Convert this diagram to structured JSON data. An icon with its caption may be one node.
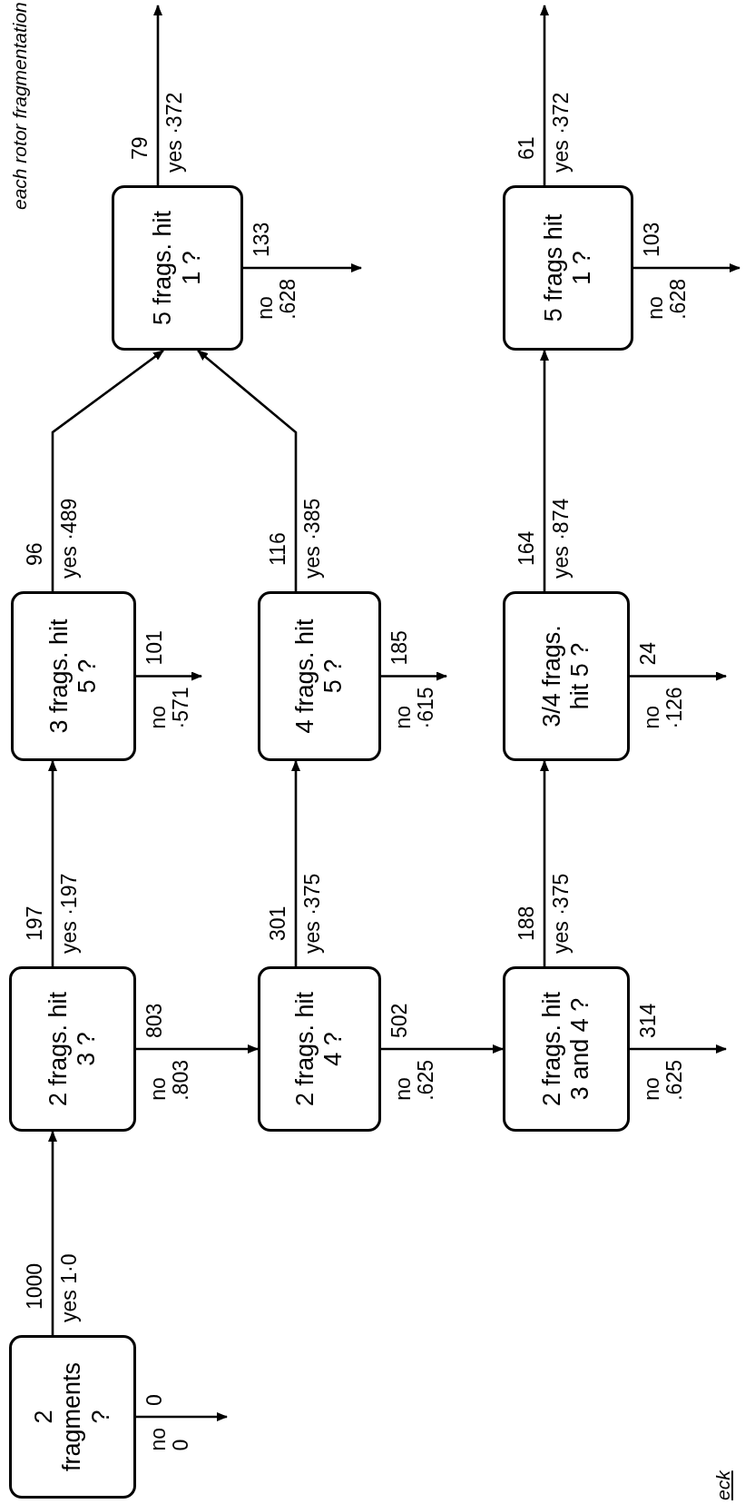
{
  "diagram": {
    "nodes": [
      {
        "text": [
          "2 fragments ?"
        ]
      },
      {
        "text": [
          "2 frags. hit 3 ?"
        ]
      },
      {
        "text": [
          "2 frags. hit 4 ?"
        ]
      },
      {
        "text": [
          "2 frags. hit 3 and 4 ?"
        ]
      },
      {
        "text": [
          "3 frags. hit 5 ?"
        ]
      },
      {
        "text": [
          "4 frags. hit 5 ?"
        ]
      },
      {
        "text": [
          "3/4 frags. hit 5 ?"
        ]
      },
      {
        "text": [
          "5 frags. hit 1 ?"
        ]
      },
      {
        "text": [
          "5 frags hit 1 ?"
        ]
      }
    ],
    "edges": [
      {
        "from": 0,
        "to": 1,
        "arrow": "to",
        "label": "yes 1·0"
      },
      {
        "from": 0,
        "to": null,
        "arrow": "to",
        "label": "no 0"
      },
      {
        "from": 1,
        "to": 4,
        "arrow": "to",
        "label": "yes ·197"
      },
      {
        "from": 1,
        "to": 2,
        "arrow": "to",
        "label": "no .803"
      },
      {
        "from": 2,
        "to": 5,
        "arrow": "to",
        "label": "yes ·375"
      },
      {
        "from": 2,
        "to": 3,
        "arrow": "to",
        "label": "no .625"
      },
      {
        "from": 3,
        "to": 6,
        "arrow": "to",
        "label": "yes ·375"
      },
      {
        "from": 3,
        "to": null,
        "arrow": "to",
        "label": "no .625"
      },
      {
        "from": 4,
        "to": 7,
        "arrow": "to",
        "label": "yes ·489"
      },
      {
        "from": 4,
        "to": null,
        "arrow": "to",
        "label": "no ·571"
      },
      {
        "from": 5,
        "to": 7,
        "arrow": "to",
        "label": "yes ·385"
      },
      {
        "from": 5,
        "to": null,
        "arrow": "to",
        "label": "no ·615"
      },
      {
        "from": 6,
        "to": 8,
        "arrow": "to",
        "label": "yes ·874"
      },
      {
        "from": 6,
        "to": null,
        "arrow": "to",
        "label": "no ·126"
      },
      {
        "from": 7,
        "to": null,
        "arrow": "to",
        "label": "yes ·372"
      },
      {
        "from": 7,
        "to": null,
        "arrow": "to",
        "label": "no .628"
      },
      {
        "from": 8,
        "to": null,
        "arrow": "to",
        "label": "yes ·372"
      },
      {
        "from": 8,
        "to": null,
        "arrow": "to",
        "label": "no .628"
      }
    ],
    "labels": [
      "each rotor fragmentation",
      "1000",
      "0",
      "197",
      "803",
      "301",
      "502",
      "188",
      "314",
      "96",
      "101",
      "116",
      "185",
      "164",
      "24",
      "79",
      "133",
      "61",
      "103",
      "eck"
    ]
  }
}
